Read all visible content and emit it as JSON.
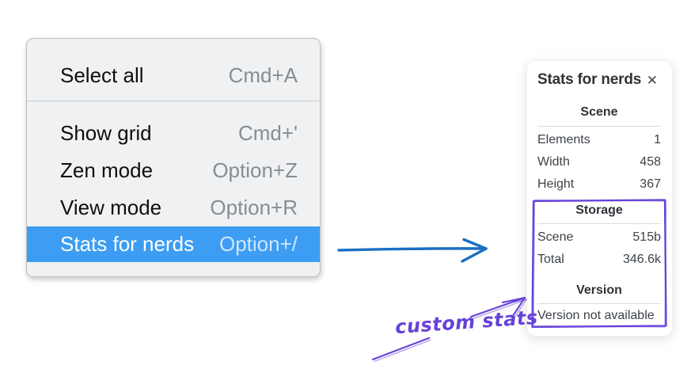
{
  "context_menu": {
    "items": [
      {
        "label": "Select all",
        "shortcut": "Cmd+A",
        "highlighted": false
      },
      {
        "label": "Show grid",
        "shortcut": "Cmd+'",
        "highlighted": false
      },
      {
        "label": "Zen mode",
        "shortcut": "Option+Z",
        "highlighted": false
      },
      {
        "label": "View mode",
        "shortcut": "Option+R",
        "highlighted": false
      },
      {
        "label": "Stats for nerds",
        "shortcut": "Option+/",
        "highlighted": true
      }
    ]
  },
  "stats_panel": {
    "title": "Stats for nerds",
    "close_icon": "✕",
    "sections": [
      {
        "heading": "Scene",
        "rows": [
          [
            "Elements",
            "1"
          ],
          [
            "Width",
            "458"
          ],
          [
            "Height",
            "367"
          ]
        ]
      },
      {
        "heading": "Storage",
        "rows": [
          [
            "Scene",
            "515b"
          ],
          [
            "Total",
            "346.6k"
          ]
        ]
      },
      {
        "heading": "Version",
        "rows": [],
        "note": "Version not available"
      }
    ]
  },
  "annotation": {
    "label": "custom stats"
  },
  "colors": {
    "menu_highlight": "#3d9df3",
    "arrow_blue": "#1b6fc2",
    "annotation_purple": "#6741d9"
  }
}
